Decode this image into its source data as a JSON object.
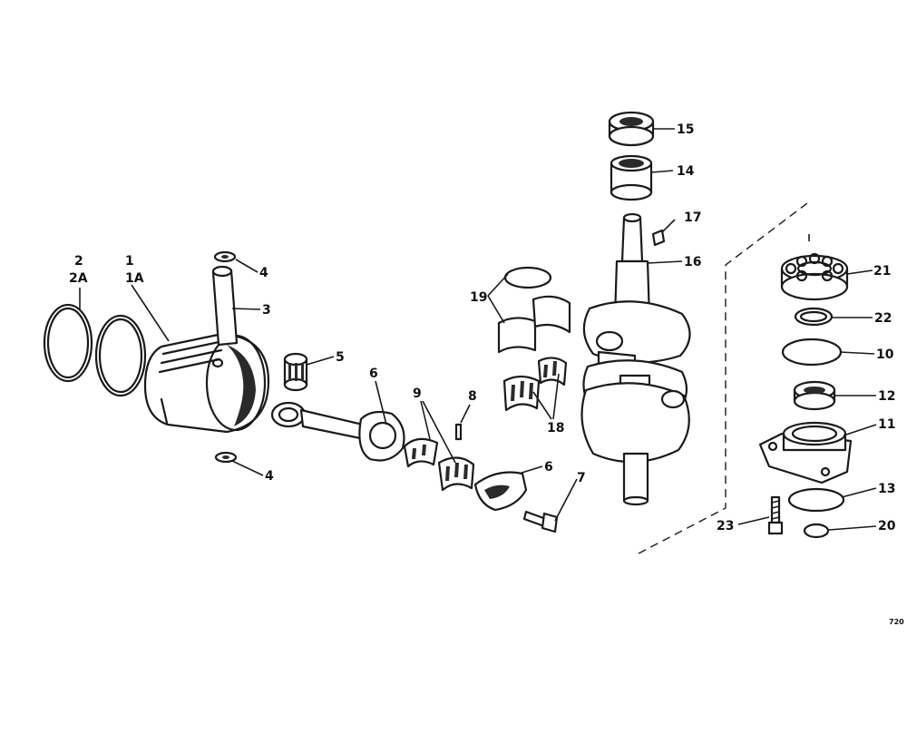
{
  "figure_number": "720",
  "callouts": {
    "c1": "1",
    "c1a": "1A",
    "c2": "2",
    "c2a": "2A",
    "c3": "3",
    "c4a": "4",
    "c4b": "4",
    "c5": "5",
    "c6a": "6",
    "c6b": "6",
    "c7": "7",
    "c8": "8",
    "c9": "9",
    "c10": "10",
    "c11": "11",
    "c12": "12",
    "c13": "13",
    "c14": "14",
    "c15": "15",
    "c16": "16",
    "c17": "17",
    "c18": "18",
    "c19": "19",
    "c20": "20",
    "c21": "21",
    "c22": "22",
    "c23": "23"
  }
}
